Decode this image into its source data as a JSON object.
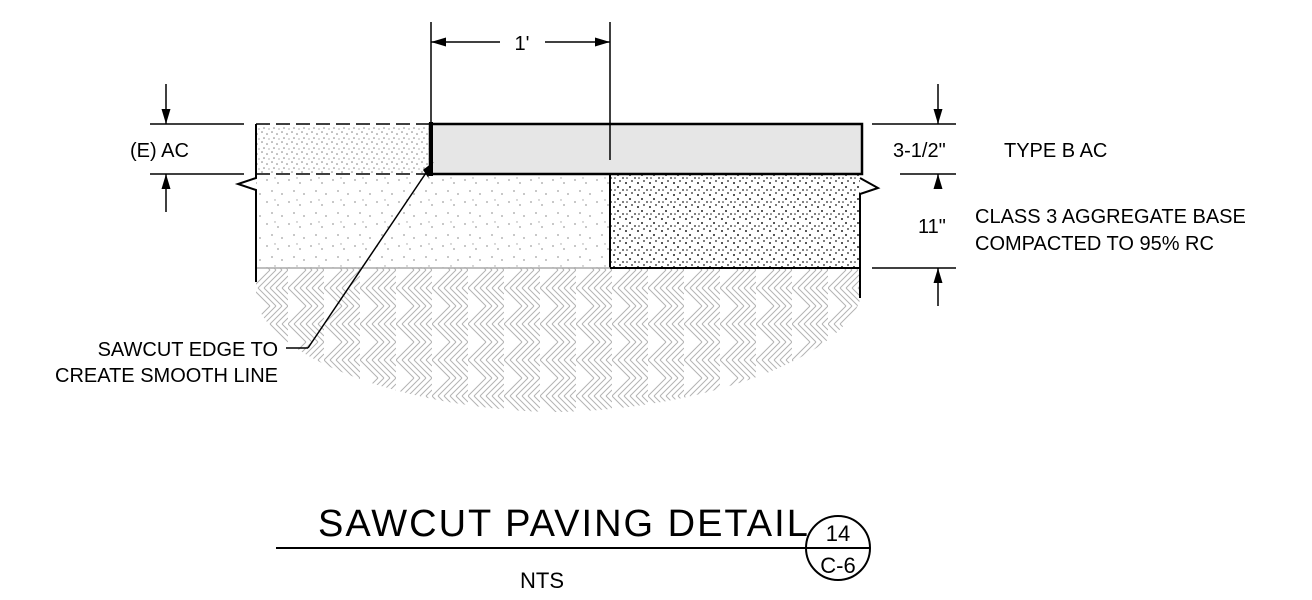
{
  "dimensions": {
    "width_label": "1'",
    "existing_ac_label": "(E) AC",
    "ac_thickness": "3-1/2\"",
    "ac_type": "TYPE B AC",
    "base_thickness": "11\"",
    "base_line1": "CLASS 3 AGGREGATE BASE",
    "base_line2": "COMPACTED TO 95% RC"
  },
  "callout": {
    "line1": "SAWCUT EDGE TO",
    "line2": "CREATE SMOOTH LINE"
  },
  "title_block": {
    "title": "SAWCUT PAVING DETAIL",
    "scale": "NTS",
    "detail_number": "14",
    "sheet": "C-6"
  },
  "colors": {
    "line": "#000000",
    "new_ac_fill": "#e6e6e6",
    "existing_ac_fill": "#f0f0f0",
    "stipple": "#9a9a9a",
    "soil_hatch": "#b3b3b3"
  }
}
